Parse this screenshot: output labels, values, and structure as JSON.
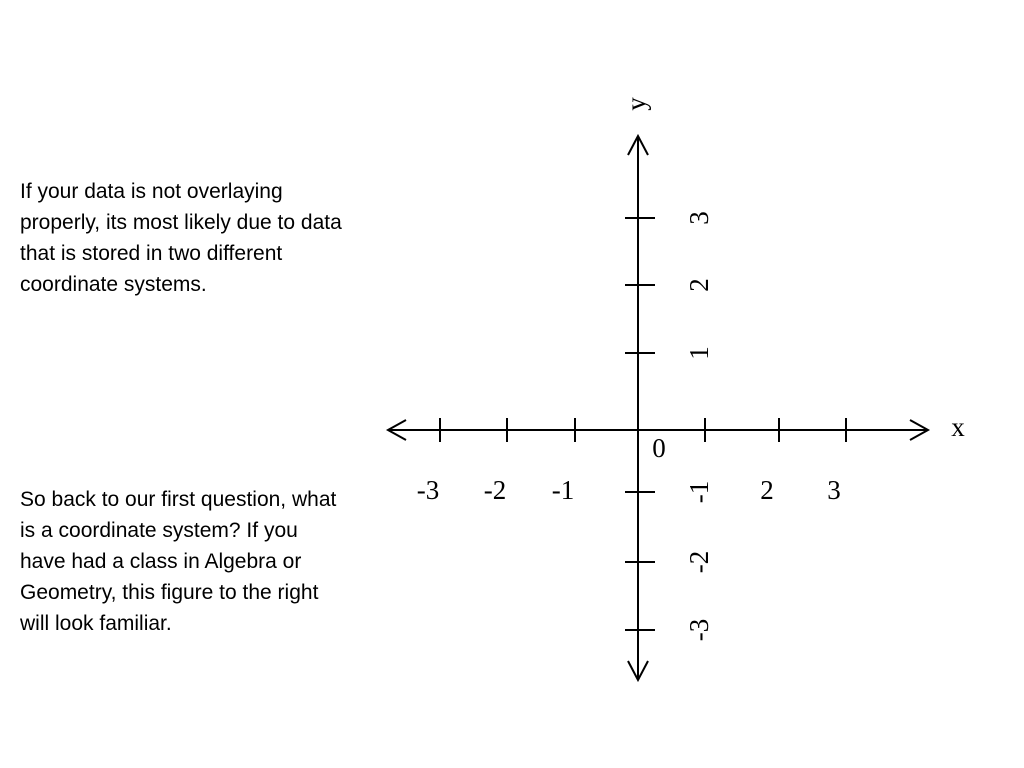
{
  "paragraphs": {
    "first": "If your data is not overlaying\nproperly, its most likely due to data\nthat is stored in two different\ncoordinate systems.",
    "second": "So back to our first question, what\nis a coordinate system?  If you\nhave had a class in Algebra or\nGeometry, this figure to the right\nwill look familiar."
  },
  "figure": {
    "x_axis_label": "x",
    "y_axis_label": "y",
    "origin_label": "0",
    "x_ticks": [
      {
        "value": -3,
        "label": "-3"
      },
      {
        "value": -2,
        "label": "-2"
      },
      {
        "value": -1,
        "label": "-1"
      },
      {
        "value": 1,
        "label": ""
      },
      {
        "value": 2,
        "label": "2"
      },
      {
        "value": 3,
        "label": "3"
      }
    ],
    "y_ticks": [
      {
        "value": 3,
        "label": "3"
      },
      {
        "value": 2,
        "label": "2"
      },
      {
        "value": 1,
        "label": "1"
      },
      {
        "value": -1,
        "label": "-1"
      },
      {
        "value": -2,
        "label": "-2"
      },
      {
        "value": -3,
        "label": "-3"
      }
    ],
    "line_color": "#000000"
  }
}
